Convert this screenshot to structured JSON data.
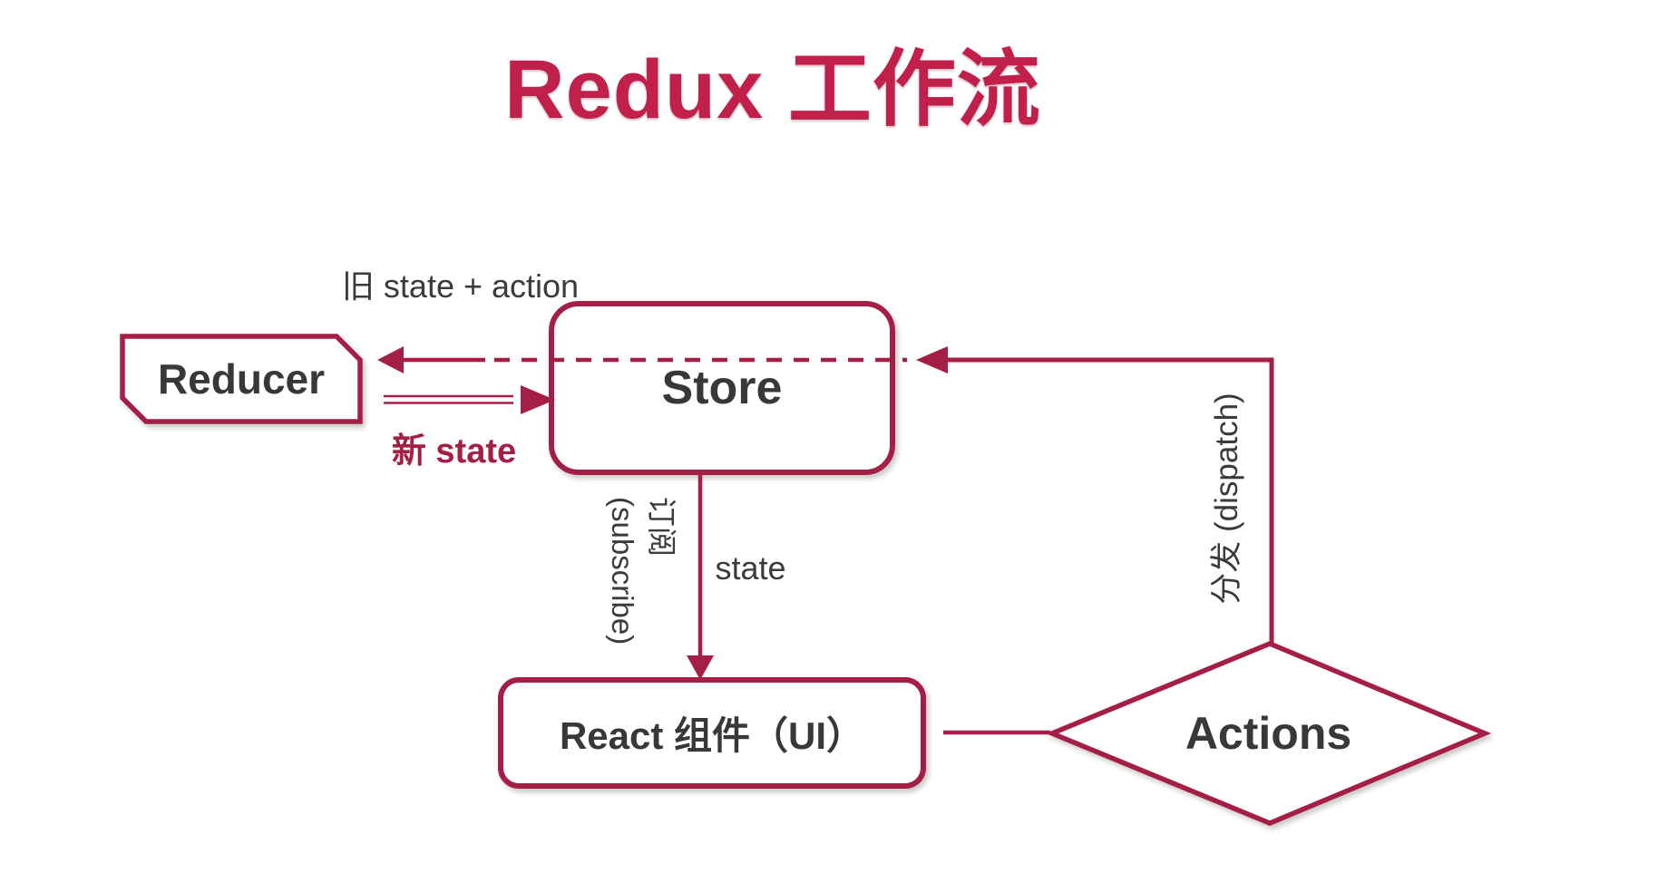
{
  "title": "Redux 工作流",
  "colors": {
    "accent": "#A51E46",
    "title_red": "#C1204B",
    "text_dark": "#3B3B3B",
    "background": "#FFFFFF"
  },
  "nodes": {
    "reducer": {
      "label": "Reducer",
      "shape": "chamfered-rectangle"
    },
    "store": {
      "label": "Store",
      "shape": "rounded-rectangle"
    },
    "react_component": {
      "label": "React 组件（UI）",
      "shape": "rounded-rectangle"
    },
    "actions": {
      "label": "Actions",
      "shape": "diamond"
    }
  },
  "edges": {
    "old_state_action": {
      "label": "旧 state + action",
      "from": "store",
      "to": "reducer",
      "style": "dashed-arrow"
    },
    "new_state": {
      "label": "新 state",
      "from": "reducer",
      "to": "store",
      "style": "double-line-arrow"
    },
    "state": {
      "label": "state",
      "from": "store",
      "to": "react_component",
      "style": "solid-arrow"
    },
    "subscribe": {
      "line1": "订阅",
      "line2": "(subscribe)",
      "from": "store",
      "to": "react_component"
    },
    "dispatch": {
      "label": "分发 (dispatch)",
      "from": "actions",
      "to": "store",
      "style": "solid-arrow"
    },
    "react_to_actions": {
      "label": "",
      "from": "react_component",
      "to": "actions",
      "style": "plain-line"
    }
  }
}
